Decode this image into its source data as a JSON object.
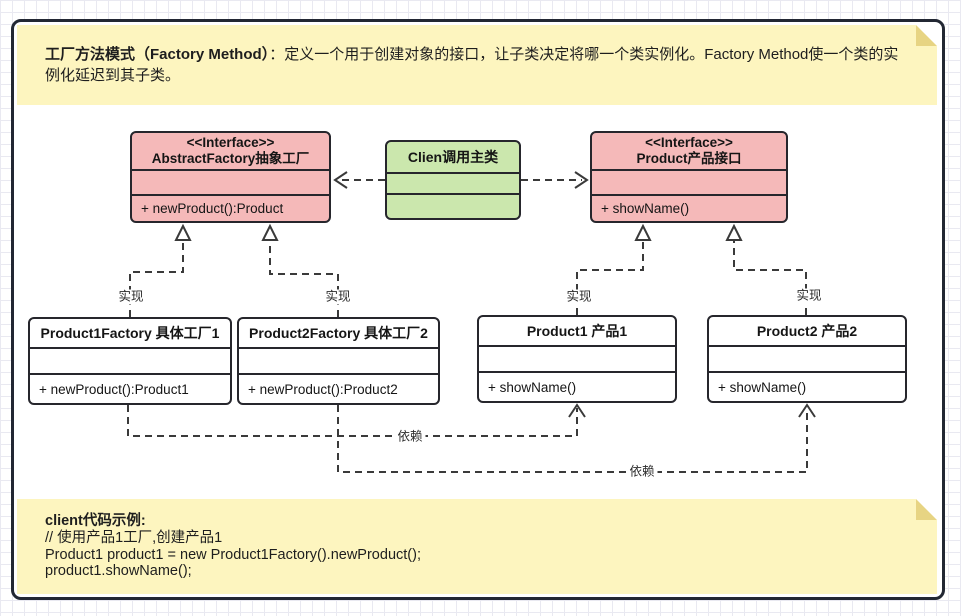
{
  "header_note": {
    "title_bold": "工厂方法模式（Factory Method）",
    "title_rest": "：定义一个用于创建对象的接口，让子类决定将哪一个类实例化。Factory Method使一个类的实例化延迟到其子类。"
  },
  "classes": {
    "abstract_factory": {
      "stereotype": "<<Interface>>",
      "name": "AbstractFactory抽象工厂",
      "method": "+ newProduct():Product"
    },
    "client": {
      "name": "Clien调用主类"
    },
    "product_interface": {
      "stereotype": "<<Interface>>",
      "name": "Product产品接口",
      "method": "+ showName()"
    },
    "product1_factory": {
      "name": "Product1Factory 具体工厂1",
      "method": "+ newProduct():Product1"
    },
    "product2_factory": {
      "name": "Product2Factory 具体工厂2",
      "method": "+ newProduct():Product2"
    },
    "product1": {
      "name": "Product1 产品1",
      "method": "+ showName()"
    },
    "product2": {
      "name": "Product2 产品2",
      "method": "+ showName()"
    }
  },
  "labels": {
    "realize": "实现",
    "depend": "依赖"
  },
  "footer_note": {
    "heading": "client代码示例:",
    "lines": [
      "// 使用产品1工厂,创建产品1",
      "Product1 product1 = new Product1Factory().newProduct();",
      "product1.showName();"
    ]
  },
  "colors": {
    "interface_fill": "#f5b9b9",
    "client_fill": "#cbe7ad",
    "concrete_fill": "#ffffff",
    "note_fill": "#fdf5bf",
    "note_fold": "#e7d483",
    "line": "#3a3a3a"
  }
}
